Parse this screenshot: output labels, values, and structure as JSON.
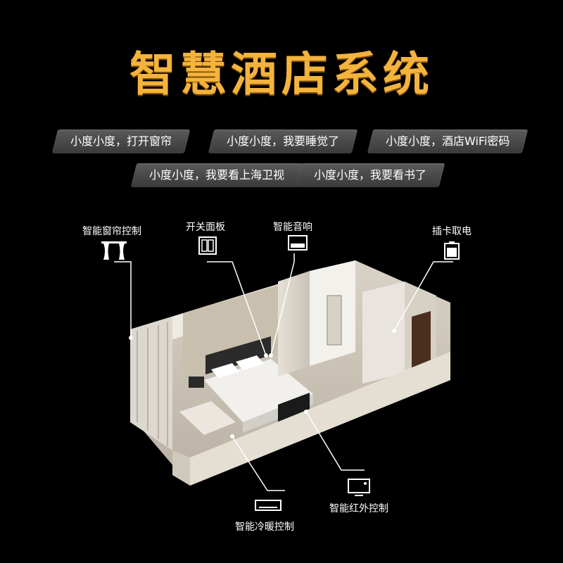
{
  "title": "智慧酒店系统",
  "colors": {
    "accent": "#f3b33d",
    "bubble": "#4a4a4a",
    "line": "#ffffff"
  },
  "commands": [
    "小度小度，打开窗帘",
    "小度小度，我要睡觉了",
    "小度小度，酒店WiFi密码",
    "小度小度，我要看上海卫视",
    "小度小度，我要看书了"
  ],
  "features": {
    "curtain": {
      "label": "智能窗帘控制",
      "icon": "curtain-icon"
    },
    "switch": {
      "label": "开关面板",
      "icon": "switch-panel-icon"
    },
    "speaker": {
      "label": "智能音响",
      "icon": "smart-speaker-icon"
    },
    "card": {
      "label": "插卡取电",
      "icon": "key-card-icon"
    },
    "ac": {
      "label": "智能冷暖控制",
      "icon": "air-conditioner-icon"
    },
    "ir": {
      "label": "智能红外控制",
      "icon": "tv-icon"
    }
  }
}
